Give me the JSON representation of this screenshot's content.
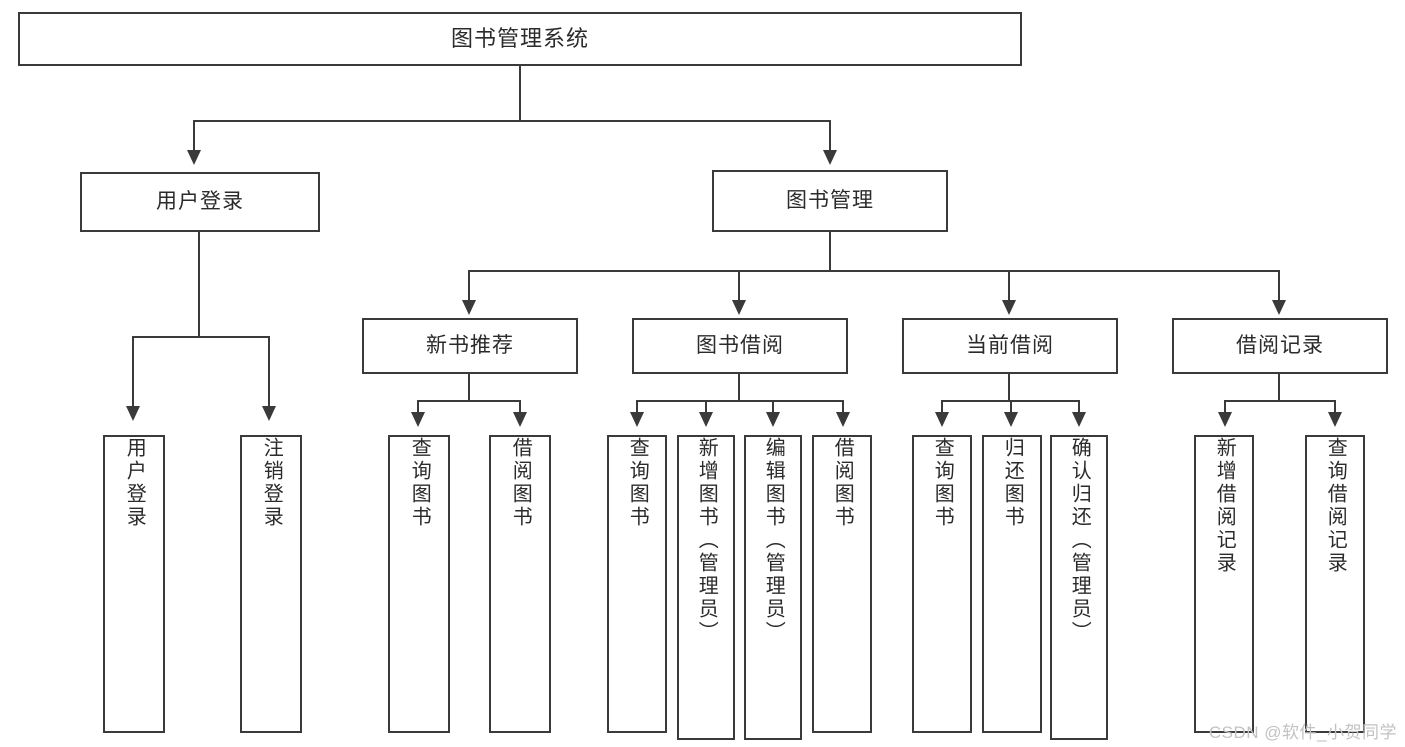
{
  "diagram": {
    "title": "图书管理系统",
    "watermark": "CSDN @软件_小贺同学",
    "line_color": "#3a3a3a",
    "text_color": "#2b2b2b",
    "background": "#ffffff",
    "watermark_color": "#c2c2c2"
  },
  "levels": {
    "root": {
      "label": "图书管理系统"
    },
    "level2": [
      {
        "label": "用户登录"
      },
      {
        "label": "图书管理"
      }
    ],
    "level3": [
      {
        "label": "新书推荐"
      },
      {
        "label": "图书借阅"
      },
      {
        "label": "当前借阅"
      },
      {
        "label": "借阅记录"
      }
    ],
    "leaves": {
      "user_login": [
        {
          "label": "用户登录"
        },
        {
          "label": "注销登录"
        }
      ],
      "new_book_recommend": [
        {
          "label": "查询图书"
        },
        {
          "label": "借阅图书"
        }
      ],
      "book_borrow": [
        {
          "label": "查询图书"
        },
        {
          "label": "新增图书（管理员）"
        },
        {
          "label": "编辑图书（管理员）"
        },
        {
          "label": "借阅图书"
        }
      ],
      "current_borrow": [
        {
          "label": "查询图书"
        },
        {
          "label": "归还图书"
        },
        {
          "label": "确认归还（管理员）"
        }
      ],
      "borrow_record": [
        {
          "label": "新增借阅记录"
        },
        {
          "label": "查询借阅记录"
        }
      ]
    }
  }
}
